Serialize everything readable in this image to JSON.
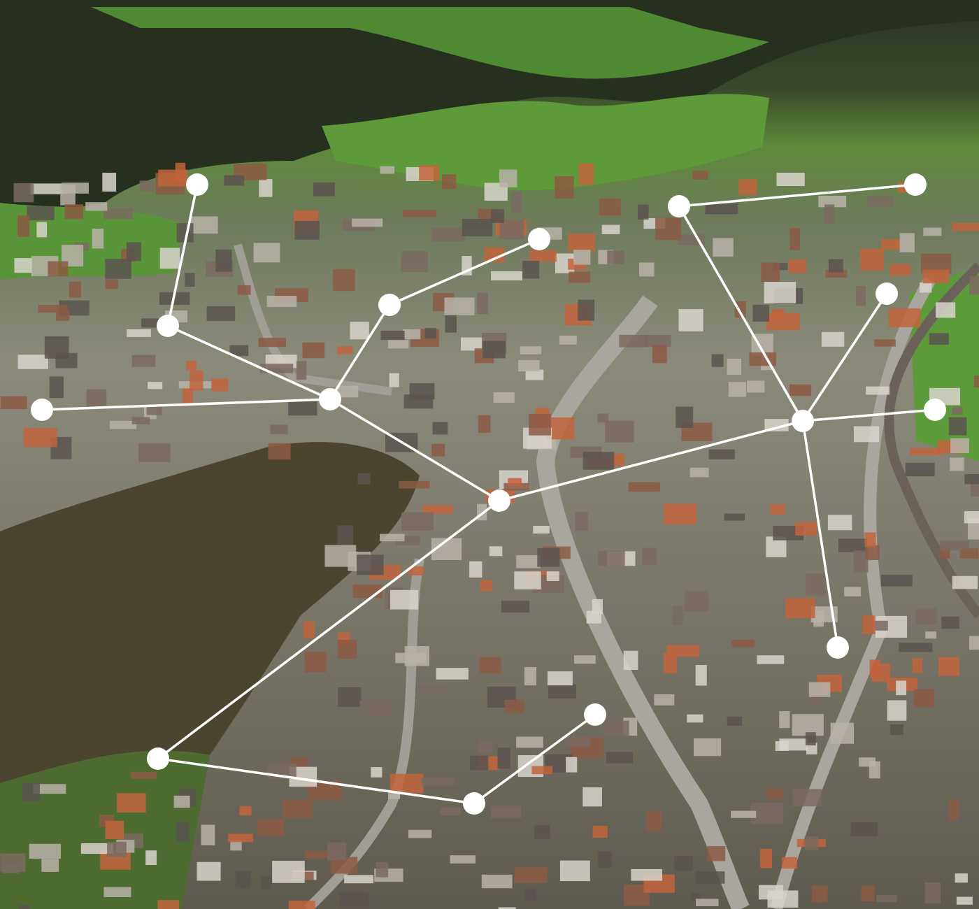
{
  "scene": {
    "description_free": true,
    "overlay_color": "#ffffff",
    "forest_color": "#27301f",
    "field_color": "#5f9a3a",
    "road_color": "#9a9890",
    "roof_colors": [
      "#b8b2a8",
      "#8c5a44",
      "#c2643c",
      "#5a5450",
      "#d8d4cc",
      "#7a6a60"
    ]
  },
  "network": {
    "node_count": 16,
    "edges": [
      [
        "A",
        "B"
      ],
      [
        "B",
        "C"
      ],
      [
        "D",
        "C"
      ],
      [
        "C",
        "E"
      ],
      [
        "E",
        "F"
      ],
      [
        "C",
        "G"
      ],
      [
        "G",
        "H"
      ],
      [
        "H",
        "I"
      ],
      [
        "I",
        "J"
      ],
      [
        "G",
        "M"
      ],
      [
        "K",
        "L"
      ],
      [
        "K",
        "M"
      ],
      [
        "M",
        "N"
      ],
      [
        "M",
        "O"
      ],
      [
        "M",
        "P"
      ]
    ]
  }
}
